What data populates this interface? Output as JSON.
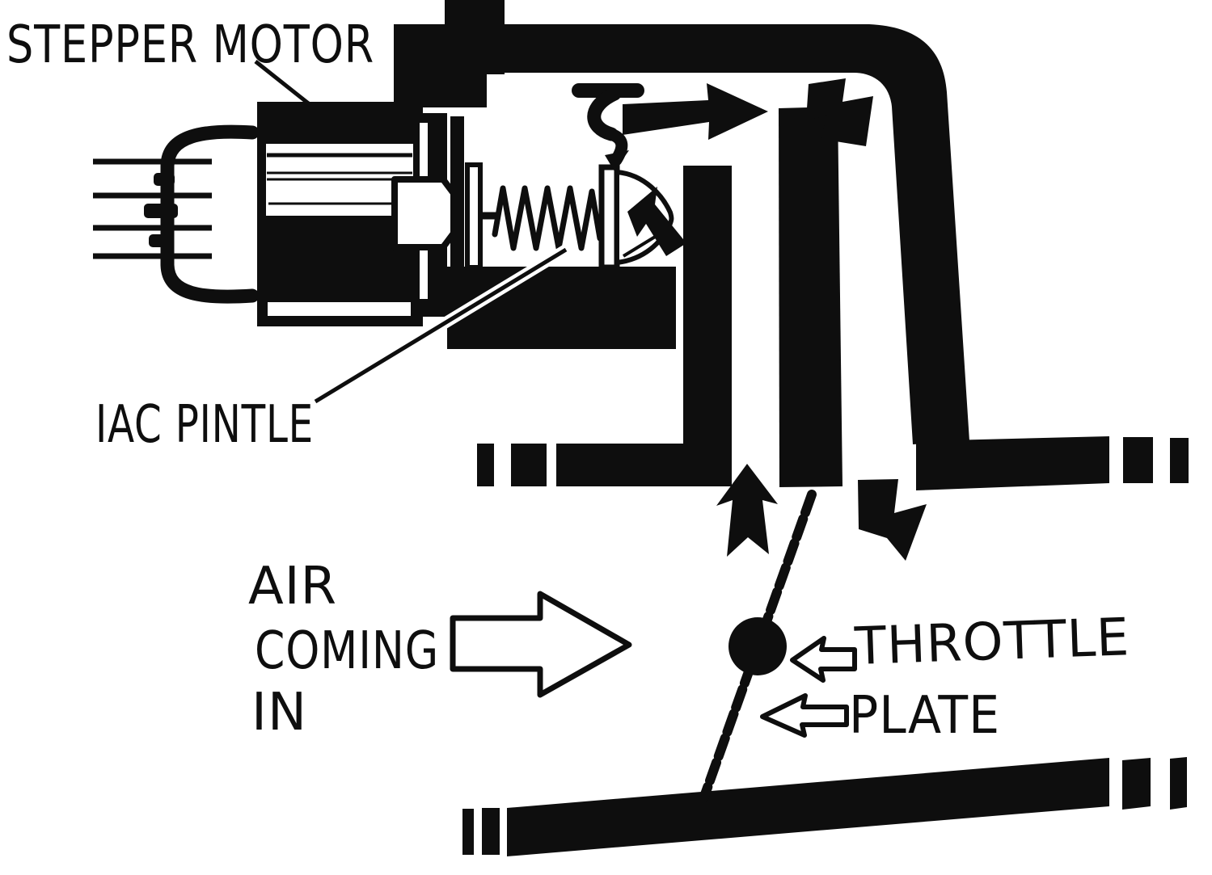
{
  "page": {
    "paper": "#ffffff",
    "ink": "#0e0e0e"
  },
  "diagram": {
    "kind": "hand-drawn cutaway of an idle air control valve on a throttle body",
    "labels": {
      "stepper_motor": "STEPPER MOTOR",
      "iac_pintle": "IAC PINTLE",
      "air_line1": "AIR",
      "air_line2": "COMING",
      "air_line3": "IN",
      "throttle": "THROTTLE",
      "plate": "PLATE"
    },
    "arrows": {
      "air_in": "large-outline-right-arrow",
      "throttle_pointer": "outline-left-arrow",
      "plate_pointer": "outline-left-arrow",
      "bypass_up": "solid-up-arrow",
      "bypass_down": "solid-down-arrow",
      "over_pintle": "solid-right-arrow",
      "into_outlet": "solid-down-right-arrow",
      "at_seat": "solid-up-left-arrow",
      "curl_over_pintle": "curved-hook-arrow"
    }
  }
}
